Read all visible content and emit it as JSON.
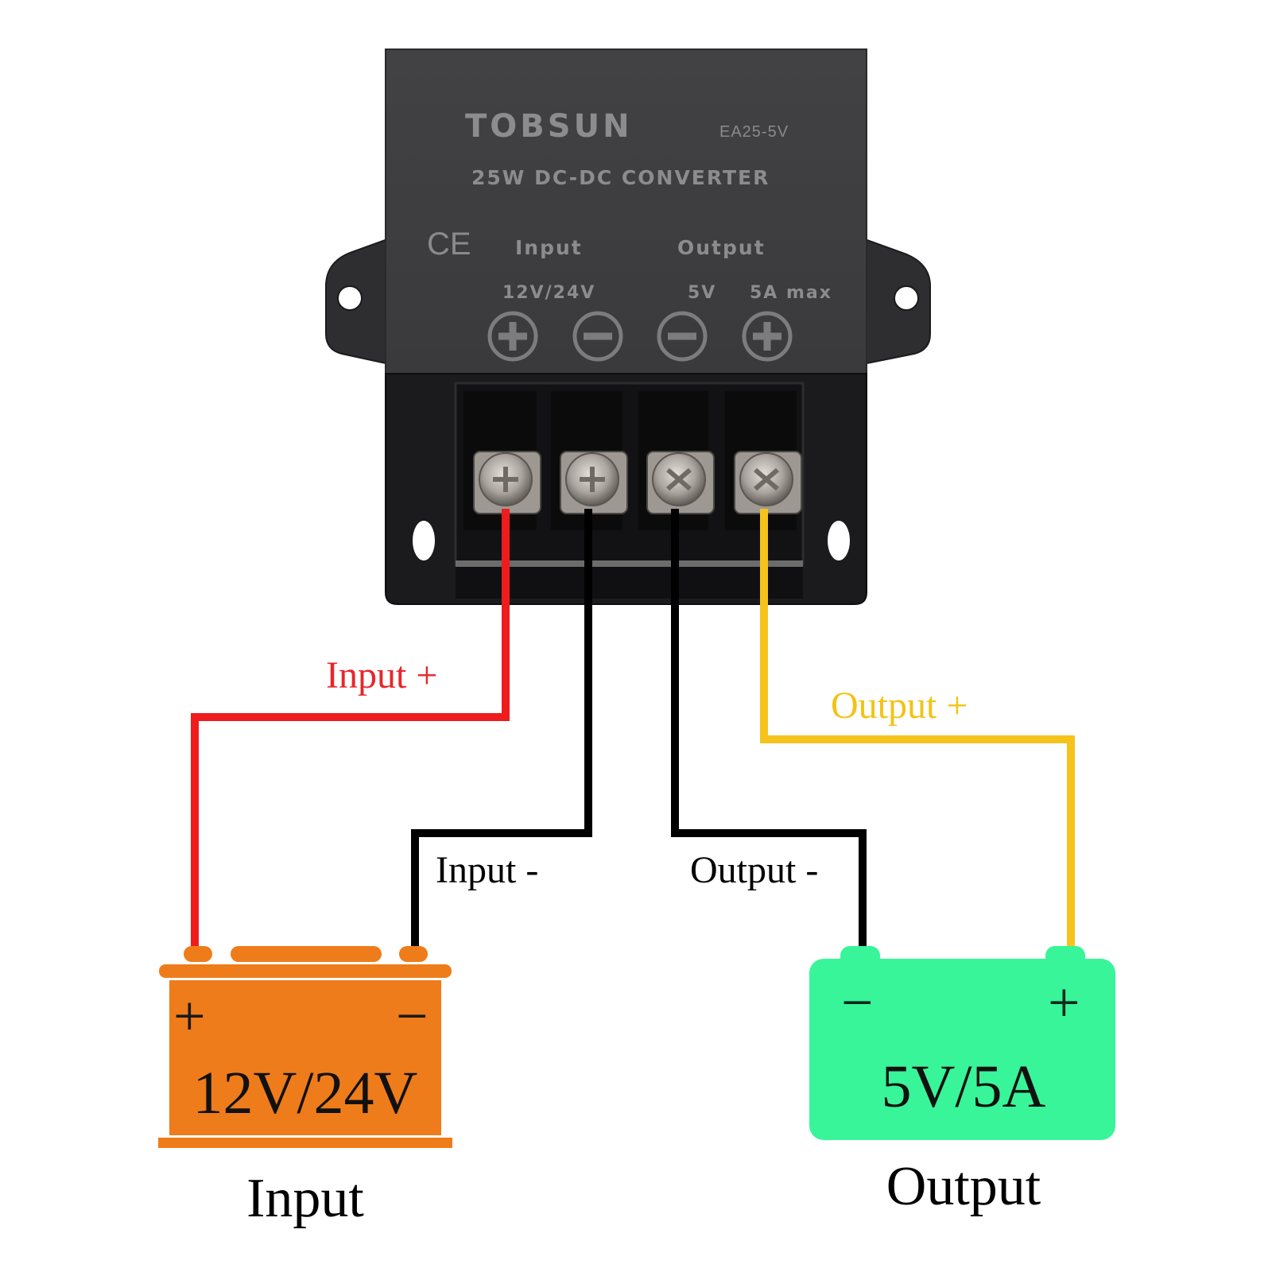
{
  "device": {
    "brand": "TOBSUN",
    "model": "EA25-5V",
    "description": "25W DC-DC CONVERTER",
    "certification_mark": "CE",
    "input_heading": "Input",
    "input_rating": "12V/24V",
    "output_heading": "Output",
    "output_voltage": "5V",
    "output_current": "5A max",
    "terminal_symbols": [
      "plus",
      "minus",
      "minus",
      "plus"
    ],
    "terminal_screw_count": 4
  },
  "wires": [
    {
      "id": "input-plus",
      "label": "Input +",
      "color": "#ee1c1c",
      "label_color": "#e8262b"
    },
    {
      "id": "input-minus",
      "label": "Input -",
      "color": "#000000",
      "label_color": "#000000"
    },
    {
      "id": "output-minus",
      "label": "Output -",
      "color": "#000000",
      "label_color": "#000000"
    },
    {
      "id": "output-plus",
      "label": "Output +",
      "color": "#f5c31c",
      "label_color": "#f2c316"
    }
  ],
  "batteries": {
    "input": {
      "voltage_label": "12V/24V",
      "caption": "Input",
      "left_terminal_symbol": "+",
      "right_terminal_symbol": "−",
      "color": "#ef7c1a"
    },
    "output": {
      "voltage_label": "5V/5A",
      "caption": "Output",
      "left_terminal_symbol": "−",
      "right_terminal_symbol": "+",
      "color": "#38f599"
    }
  },
  "colors": {
    "housing": "#3d3d3f",
    "housing_dark": "#1f1f21",
    "terminal_block": "#151517",
    "screw": "#b8b4ae"
  }
}
